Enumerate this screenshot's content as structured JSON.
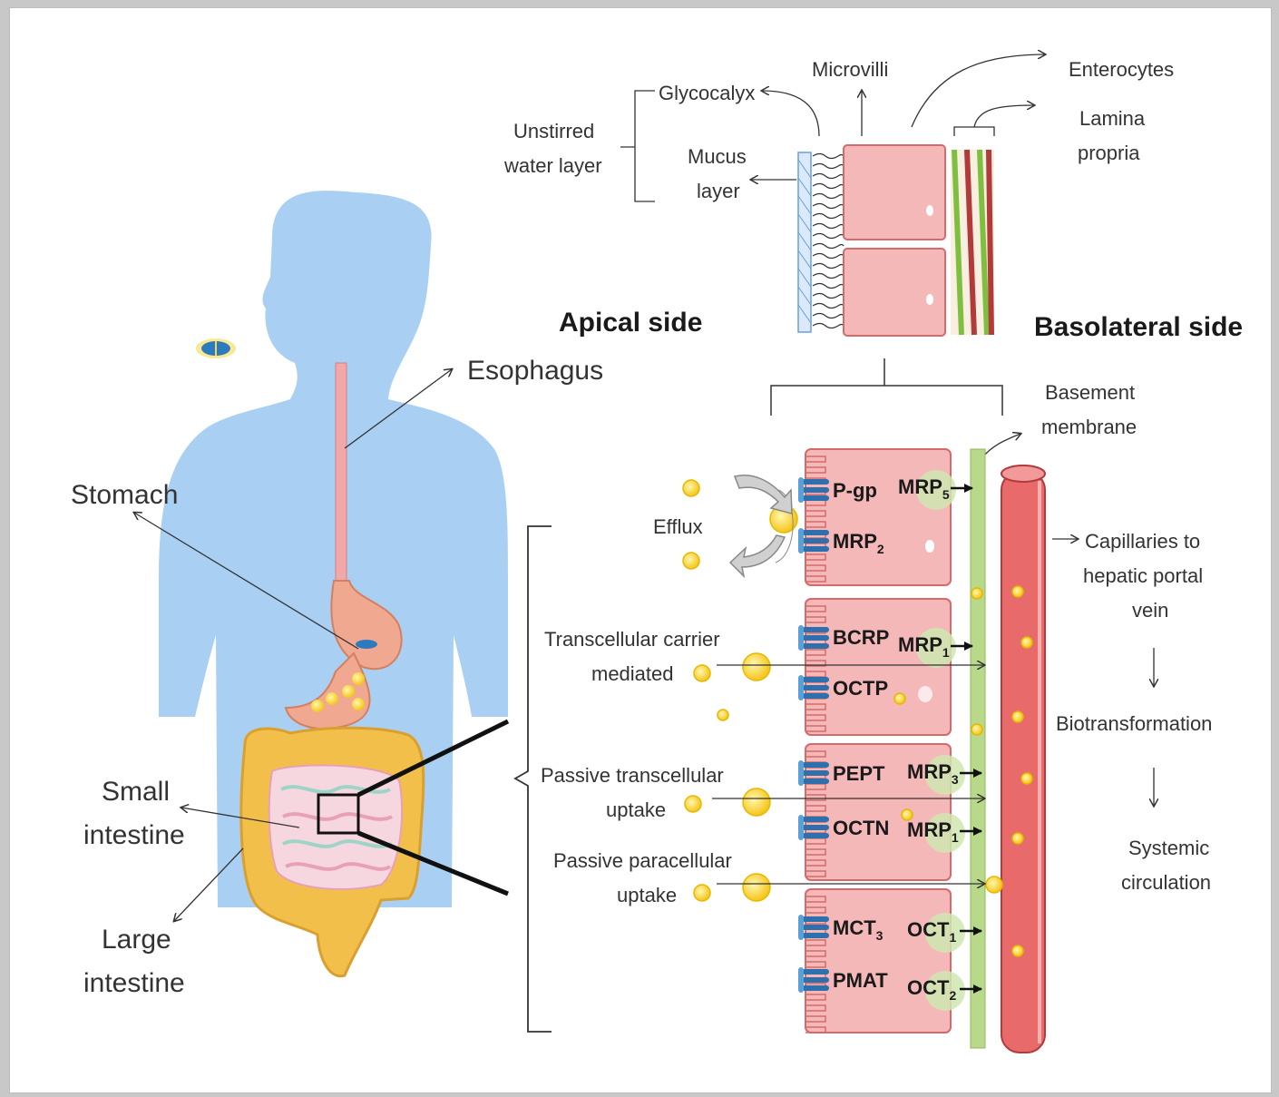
{
  "labels": {
    "esophagus": "Esophagus",
    "stomach": "Stomach",
    "small_intestine": [
      "Small",
      "intestine"
    ],
    "large_intestine": [
      "Large",
      "intestine"
    ],
    "apical_side": "Apical  side",
    "basolateral_side": "Basolateral  side",
    "microvilli": "Microvilli",
    "glycocalyx": "Glycocalyx",
    "unstirred_water_layer": [
      "Unstirred",
      "water  layer"
    ],
    "mucus_layer": [
      "Mucus",
      "layer"
    ],
    "enterocytes": "Enterocytes",
    "lamina_propria": [
      "Lamina",
      "propria"
    ],
    "basement_membrane": [
      "Basement",
      "membrane"
    ],
    "efflux": "Efflux",
    "transcellular_carrier": [
      "Transcellular  carrier",
      "mediated"
    ],
    "passive_transcellular": [
      "Passive  transcellular",
      "uptake"
    ],
    "passive_paracellular": [
      "Passive  paracellular",
      "uptake"
    ],
    "capillaries": [
      "Capillaries  to",
      "hepatic  portal",
      "vein"
    ],
    "biotransformation": "Biotransformation",
    "systemic_circulation": [
      "Systemic",
      "circulation"
    ]
  },
  "transporters": {
    "apical": [
      {
        "name": "P-gp",
        "sub": ""
      },
      {
        "name": "MRP",
        "sub": "2"
      },
      {
        "name": "BCRP",
        "sub": ""
      },
      {
        "name": "OCTP",
        "sub": ""
      },
      {
        "name": "PEPT",
        "sub": ""
      },
      {
        "name": "OCTN",
        "sub": ""
      },
      {
        "name": "MCT",
        "sub": "3"
      },
      {
        "name": "PMAT",
        "sub": ""
      }
    ],
    "basolateral": [
      {
        "name": "MRP",
        "sub": "5"
      },
      {
        "name": "MRP",
        "sub": "1"
      },
      {
        "name": "MRP",
        "sub": "3"
      },
      {
        "name": "MRP",
        "sub": "1"
      },
      {
        "name": "OCT",
        "sub": "1"
      },
      {
        "name": "OCT",
        "sub": "2"
      }
    ]
  },
  "colors": {
    "body": "#a9cff2",
    "cell": "#f4b8b8",
    "cell_border": "#d46a6a",
    "membrane": "#b8d88a",
    "capillary": "#e86a6a",
    "drug": "#f5c518",
    "intestine": "#f2c04a"
  }
}
